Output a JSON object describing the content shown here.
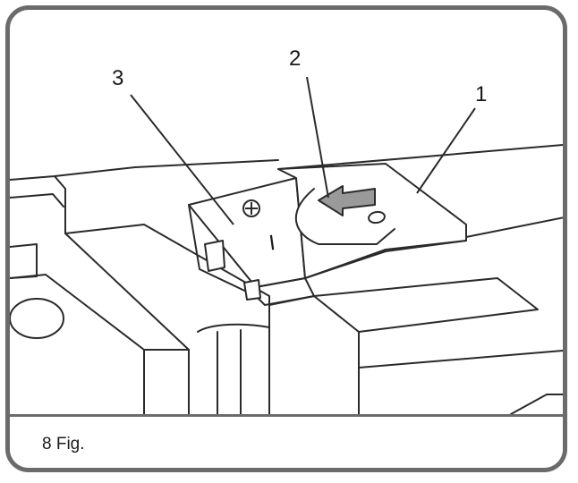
{
  "figure": {
    "caption": "8 Fig.",
    "callouts": [
      {
        "label": "1"
      },
      {
        "label": "2"
      },
      {
        "label": "3"
      }
    ],
    "switch_mark": "I"
  },
  "colors": {
    "frame": "#6b6b6b",
    "line": "#2a2a2a",
    "arrow_fill": "#9a9a9a"
  },
  "icons": [
    "screw-icon",
    "direction-arrow-icon",
    "oval-hole-icon"
  ]
}
